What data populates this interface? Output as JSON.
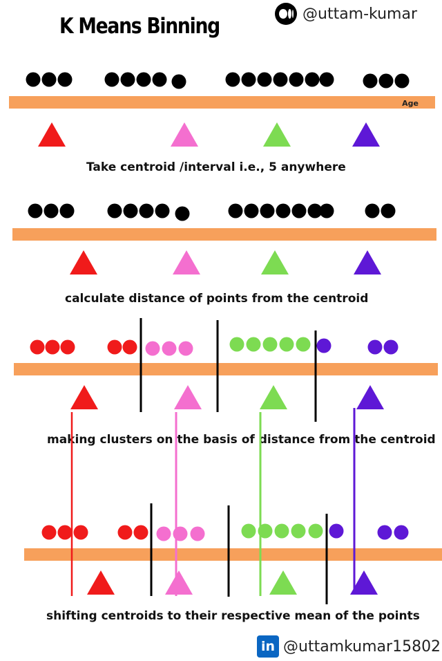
{
  "title": "K Means Binning",
  "medium_handle": "@uttam-kumar",
  "linkedin_handle": "@uttamkumar15802",
  "linkedin_logo_text": "in",
  "axis_label": "Age",
  "captions": [
    "Take centroid /interval i.e., 5 anywhere",
    "calculate distance of points from the centroid",
    "making clusters  on the basis of distance from the centroid",
    "shifting centroids to their respective mean of the points"
  ],
  "colors": {
    "bar": "#f7a05b",
    "point": "#000000",
    "cluster1": "#f01b1b",
    "cluster2": "#f46fcf",
    "cluster3": "#7ddb52",
    "cluster4": "#5e18d6",
    "boundary": "#000000"
  },
  "centroids": [
    "cluster1",
    "cluster2",
    "cluster3",
    "cluster4"
  ],
  "point_groups": [
    3,
    5,
    7,
    2
  ],
  "step3_point_colors": [
    "cluster1",
    "cluster1",
    "cluster1",
    "cluster1",
    "cluster1",
    "cluster2",
    "cluster2",
    "cluster2",
    "cluster3",
    "cluster3",
    "cluster3",
    "cluster3",
    "cluster3",
    "cluster4",
    "cluster4",
    "cluster4"
  ],
  "step4_point_colors": [
    "cluster1",
    "cluster1",
    "cluster1",
    "cluster1",
    "cluster1",
    "cluster2",
    "cluster2",
    "cluster2",
    "cluster3",
    "cluster3",
    "cluster3",
    "cluster3",
    "cluster3",
    "cluster4",
    "cluster4",
    "cluster4"
  ]
}
